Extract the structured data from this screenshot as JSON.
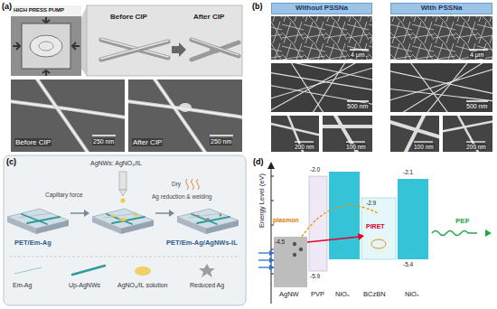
{
  "diagram": {
    "nodes": [
      {
        "text": [
          "Without PSSNa"
        ]
      },
      {
        "text": [
          "With PSSNa"
        ]
      }
    ],
    "labels": [
      "(a)",
      "HIGH PRESS PUMP",
      "Before CIP",
      "After CIP",
      "Before CIP",
      "After CIP",
      "250 nm",
      "250 nm",
      "(b)",
      "4 μm",
      "4 μm",
      "500 nm",
      "500 nm",
      "200 nm",
      "100 nm",
      "100 nm",
      "200 nm",
      "(c)",
      "AgNWs: AgNO₃/IL",
      "Capillary force",
      "Ag reduction & welding",
      "Dry",
      "PET/Em-Ag",
      "PET/Em-Ag/AgNWs-IL",
      "(d)",
      "Energy Level (eV)",
      "-4.5",
      "-2.0",
      "-5.9",
      "-2.9",
      "-2.1",
      "-5.4",
      "plasmon",
      "PIRET",
      "PEF",
      "AgNW",
      "PVP",
      "NiOₓ",
      "BCzBN",
      "NiOₓ"
    ],
    "legend": [
      {
        "text": "Em-Ag"
      },
      {
        "text": "Up-AgNWs"
      },
      {
        "text": "AgNO₃/IL solution"
      },
      {
        "text": "Reduced Ag"
      }
    ]
  }
}
